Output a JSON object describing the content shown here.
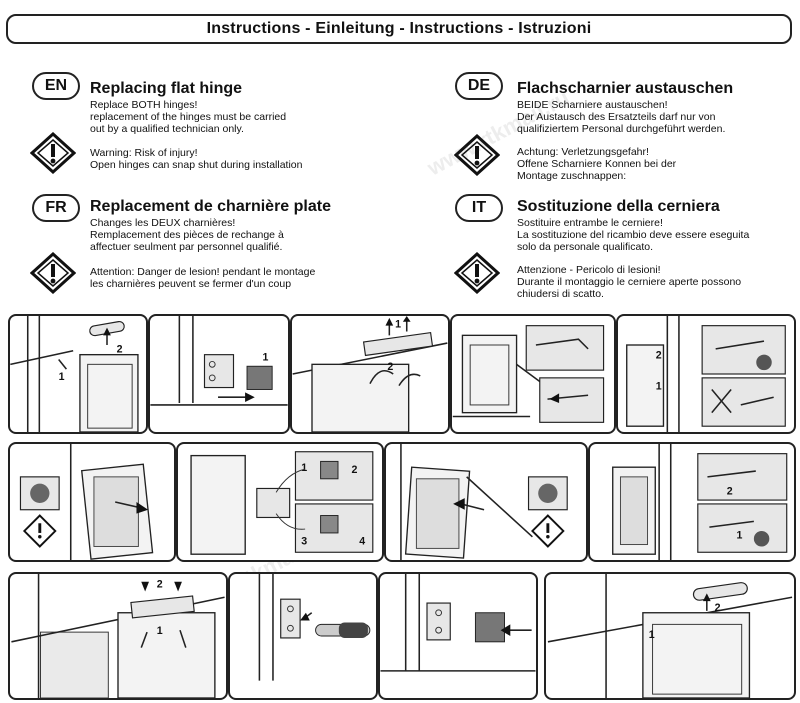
{
  "header": {
    "title": "Instructions  -  Einleitung - Instructions  - Istruzioni"
  },
  "sections": {
    "en": {
      "code": "EN",
      "title": "Replacing flat hinge",
      "text": "Replace BOTH hinges!\nreplacement of the hinges must be carried\nout by a qualified technician only.",
      "warning": "Warning: Risk of injury!\nOpen hinges can snap shut during installation"
    },
    "de": {
      "code": "DE",
      "title": "Flachscharnier austauschen",
      "text": "BEIDE Scharniere austauschen!\nDer Austausch des Ersatzteils darf nur von\nqualifiziertem Personal durchgeführt werden.",
      "warning": "Achtung: Verletzungsgefahr!\nOffene Scharniere Konnen bei der\nMontage zuschnappen:"
    },
    "fr": {
      "code": "FR",
      "title": "Replacement de charnière plate",
      "text": "Changes les DEUX charnières!\nRemplacement des pièces de rechange à\naffectuer seulment par personnel qualifié.",
      "warning": "Attention: Danger de lesion! pendant le montage\nles charnières peuvent se fermer d'un coup"
    },
    "it": {
      "code": "IT",
      "title": "Sostituzione della cerniera",
      "text": "Sostituire entrambe le cerniere!\nLa sostituzione del ricambio deve essere eseguita\nsolo da personale qualificato.",
      "warning": "Attenzione - Pericolo di lesioni!\nDurante il montaggio le cerniere aperte possono\nchiudersi di scatto."
    }
  },
  "steps": {
    "n1": "1",
    "n2": "2",
    "n3": "3",
    "n4": "4"
  },
  "watermark": "www.rtkmail.ru"
}
